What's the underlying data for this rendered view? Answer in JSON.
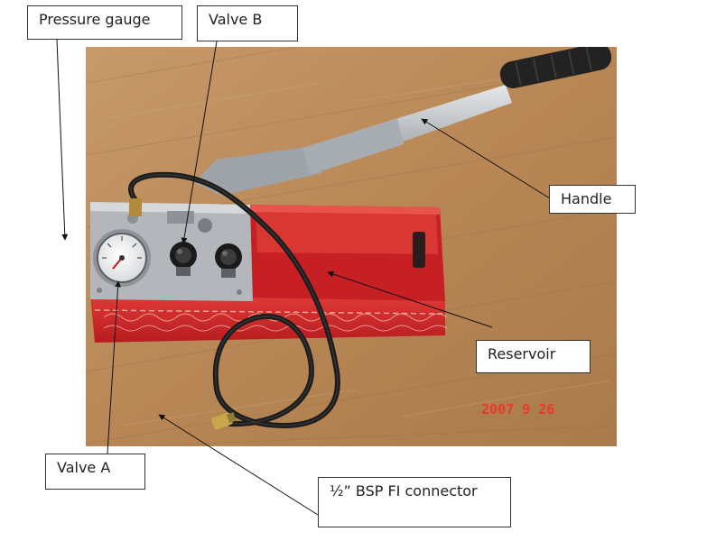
{
  "diagram": {
    "labels": {
      "pressure_gauge": "Pressure gauge",
      "valve_b": "Valve B",
      "handle": "Handle",
      "reservoir": "Reservoir",
      "valve_a": "Valve A",
      "connector": "½” BSP FI connector"
    },
    "photo": {
      "date_stamp": "2007  9  26"
    },
    "colors": {
      "floor": "#b98a5a",
      "pump_body": "#d8262a",
      "metal": "#b8bcc2",
      "hose": "#1c1c1c",
      "grip": "#222222",
      "stamp": "#e83a2a",
      "leader_line": "#111111"
    }
  }
}
